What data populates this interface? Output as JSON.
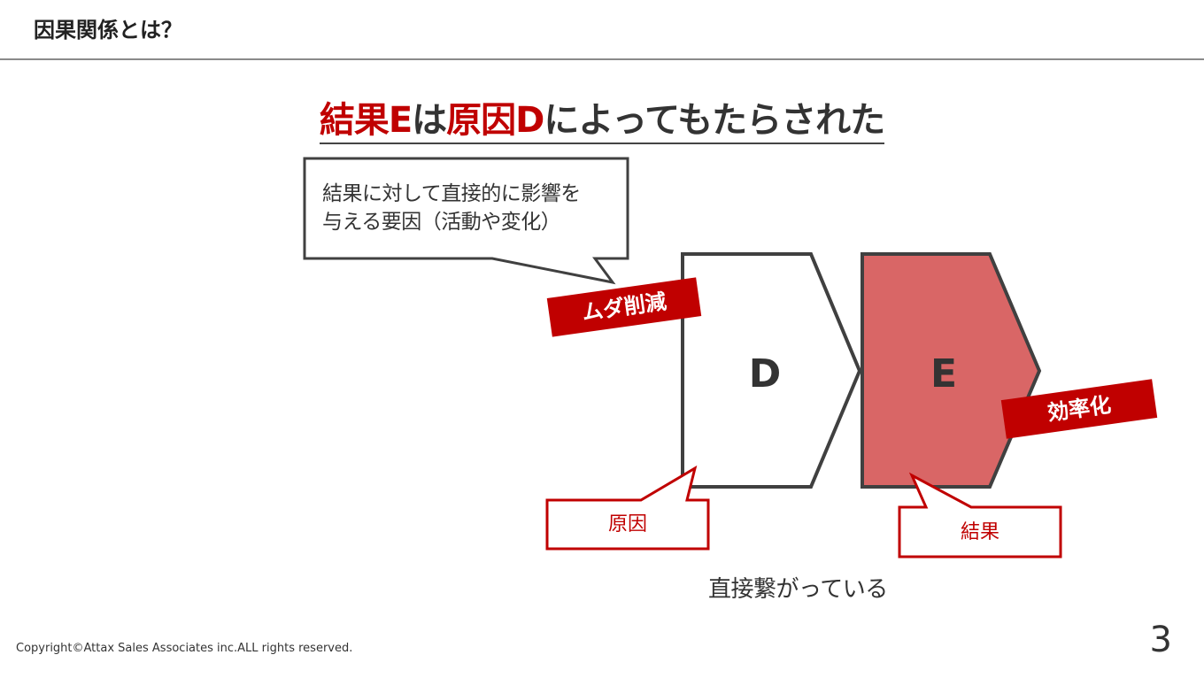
{
  "header": {
    "title": "因果関係とは？"
  },
  "headline": {
    "part1": "結果E",
    "part2": "は",
    "part3": "原因D",
    "part4": "によってもたらされた"
  },
  "callout": {
    "line1": "結果に対して直接的に影響を",
    "line2": "与える要因（活動や変化）"
  },
  "shapes": {
    "cause_letter": "D",
    "effect_letter": "E"
  },
  "tags": {
    "muda": "ムダ削減",
    "koritsu": "効率化"
  },
  "labels": {
    "cause": "原因",
    "effect": "結果"
  },
  "connection_note": "直接繋がっている",
  "footer": {
    "copyright": "Copyright©Attax Sales Associates inc.ALL rights reserved.",
    "page_number": "3"
  },
  "colors": {
    "accent_red": "#c00000",
    "effect_fill": "#d96666",
    "outline": "#404040"
  }
}
